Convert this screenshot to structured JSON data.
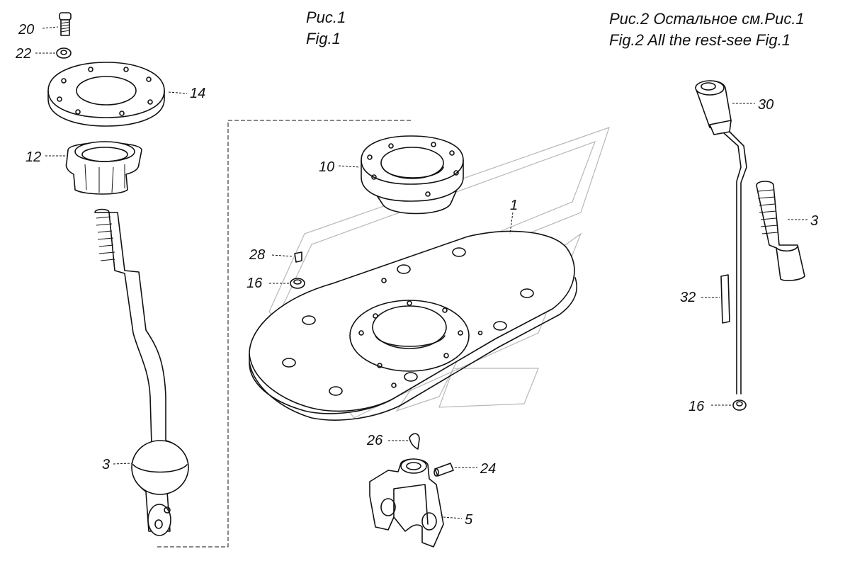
{
  "captions": {
    "fig1_ru": "Рис.1",
    "fig1_en": "Fig.1",
    "fig2_ru": "Рис.2 Остальное см.Рис.1",
    "fig2_en": "Fig.2  All the rest-see Fig.1"
  },
  "callouts": {
    "c20": "20",
    "c22": "22",
    "c14": "14",
    "c12": "12",
    "c3_left": "3",
    "c10": "10",
    "c1": "1",
    "c28": "28",
    "c16_mid": "16",
    "c26": "26",
    "c24": "24",
    "c5": "5",
    "c30": "30",
    "c3_right": "3",
    "c32": "32",
    "c16_right": "16"
  }
}
